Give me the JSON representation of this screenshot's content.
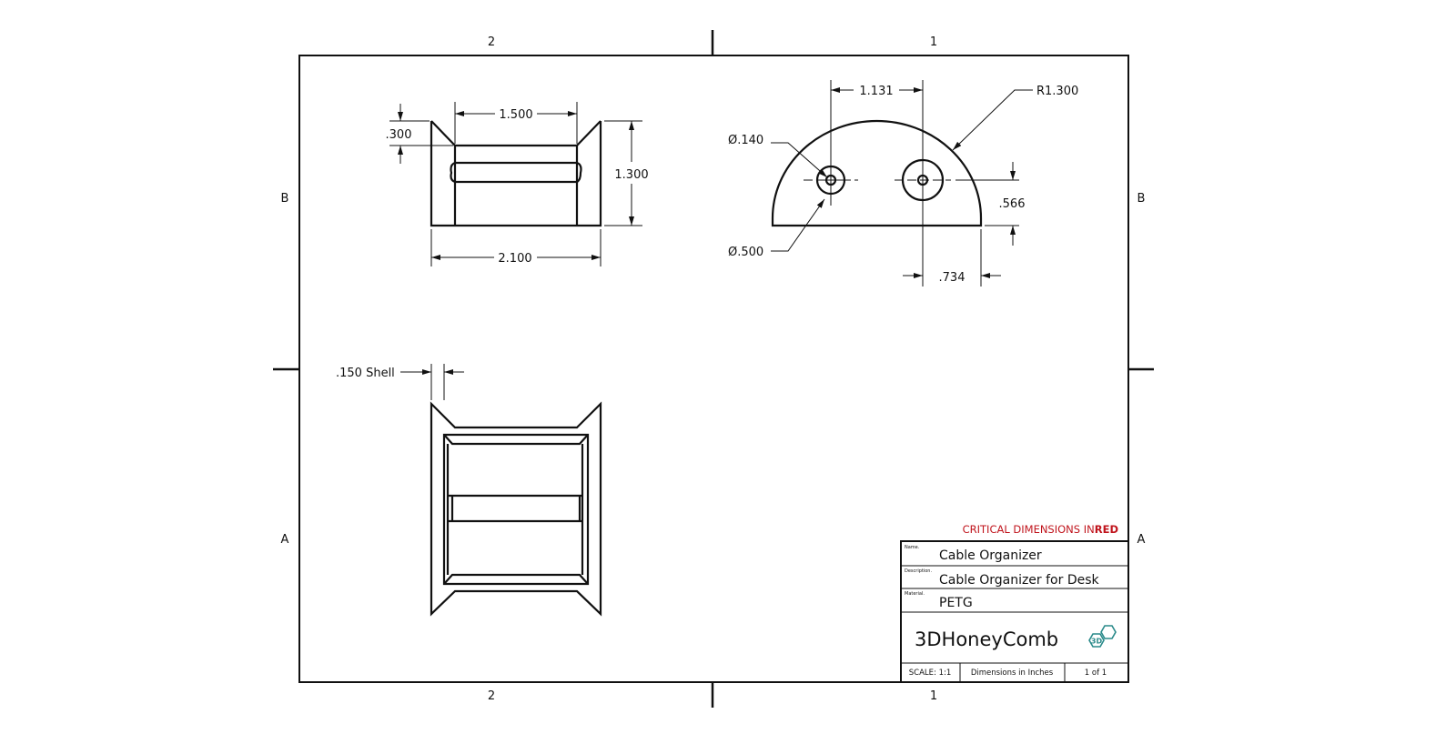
{
  "sheet": {
    "zones_top": [
      "2",
      "1"
    ],
    "zones_bottom": [
      "2",
      "1"
    ],
    "zones_left": [
      "B",
      "A"
    ],
    "zones_right": [
      "B",
      "A"
    ]
  },
  "front_view": {
    "dims": {
      "top_width": "1.500",
      "chamfer_height": ".300",
      "height": "1.300",
      "overall_width": "2.100"
    }
  },
  "top_view": {
    "dims": {
      "hole_spacing": "1.131",
      "radius": "R1.300",
      "hole_small": "Ø.140",
      "hole_large": "Ø.500",
      "hole_height": ".566",
      "edge_offset": ".734"
    }
  },
  "section_view": {
    "dims": {
      "shell": ".150 Shell"
    }
  },
  "title_block": {
    "critical_note": "CRITICAL DIMENSIONS IN",
    "critical_note_red": "RED",
    "name_label": "Name.",
    "name": "Cable Organizer",
    "description_label": "Description.",
    "description": "Cable Organizer for Desk",
    "material_label": "Material.",
    "material": "PETG",
    "company": "3DHoneyComb",
    "logo_text": "3D",
    "scale": "SCALE: 1:1",
    "units": "Dimensions in Inches",
    "sheet": "1 of 1",
    "colors": {
      "red": "#c0141c",
      "logo": "#2a8a8a"
    }
  }
}
